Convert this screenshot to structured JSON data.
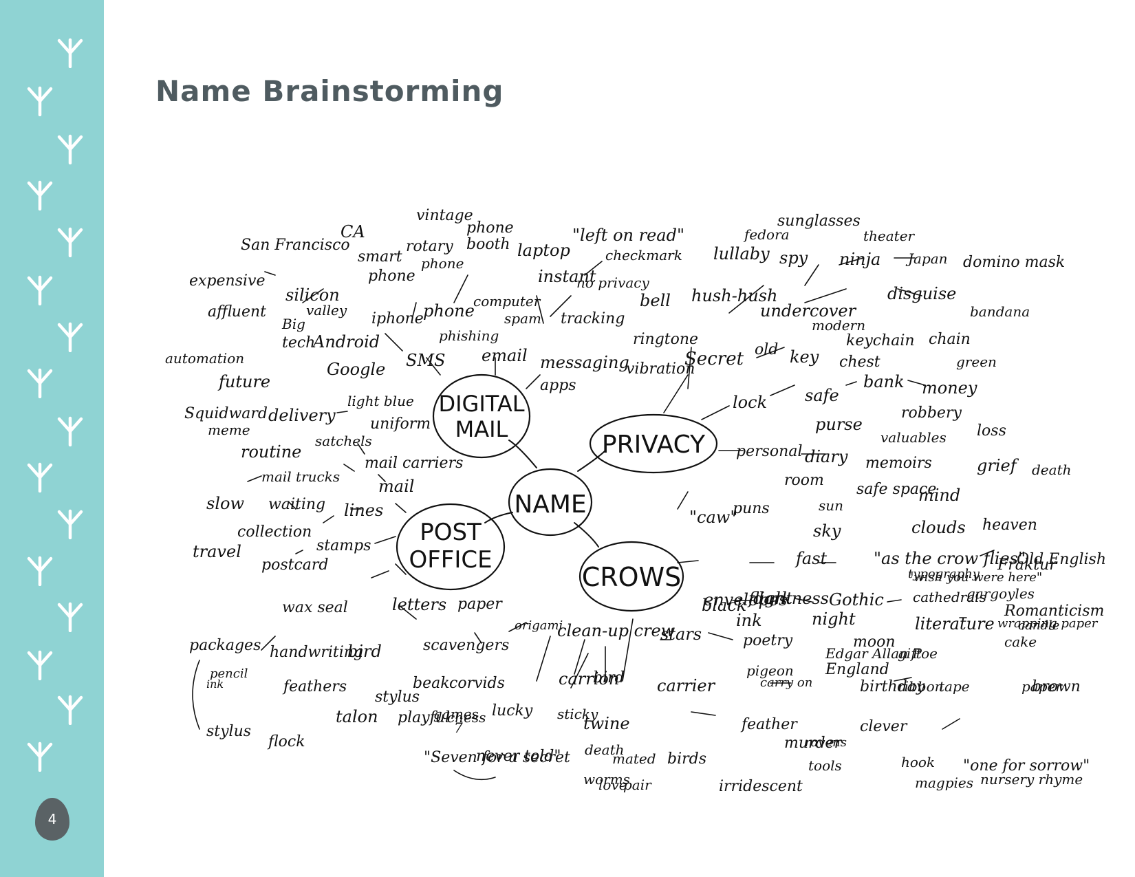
{
  "page": {
    "title": "Name Brainstorming",
    "page_number": "4"
  },
  "colors": {
    "sidebar": "#8fd3d3",
    "title": "#4f5b60",
    "badge": "#5a6265",
    "ink": "#111111",
    "track": "#ffffff"
  },
  "decoration": {
    "sidebar_icon": "bird-track-icon",
    "count": 16
  },
  "mindmap": {
    "center": "NAME",
    "hubs": [
      "DIGITAL MAIL",
      "PRIVACY",
      "POST OFFICE",
      "CROWS"
    ],
    "words": [
      "vintage",
      "phone",
      "booth",
      "CA",
      "San Francisco",
      "smart",
      "rotary",
      "phone",
      "phone",
      "laptop",
      "\"left on read\"",
      "checkmark",
      "instant",
      "no privacy",
      "lullaby",
      "fedora",
      "sunglasses",
      "spy",
      "ninja",
      "theater",
      "Japan",
      "domino mask",
      "expensive",
      "silicon",
      "valley",
      "affluent",
      "iphone",
      "phone",
      "computer",
      "spam",
      "tracking",
      "bell",
      "hush-hush",
      "undercover",
      "disguise",
      "bandana",
      "Big",
      "tech",
      "Android",
      "phishing",
      "email",
      "ringtone",
      "modern",
      "keychain",
      "chain",
      "automation",
      "future",
      "Google",
      "SMS",
      "messaging",
      "apps",
      "vibration",
      "Secret",
      "old",
      "key",
      "chest",
      "green",
      "bank",
      "money",
      "lock",
      "safe",
      "Squidward",
      "meme",
      "delivery",
      "light blue",
      "uniform",
      "robbery",
      "loss",
      "purse",
      "valuables",
      "routine",
      "satchels",
      "mail carriers",
      "personal",
      "diary",
      "memoirs",
      "grief",
      "death",
      "mail trucks",
      "mail",
      "room",
      "safe space",
      "mind",
      "slow",
      "waiting",
      "lines",
      "collection",
      "stamps",
      "travel",
      "postcard",
      "\"caw\"",
      "puns",
      "sun",
      "sky",
      "clouds",
      "heaven",
      "Old English",
      "\"wish you were here\"",
      "envelopes",
      "flight",
      "fast",
      "\"as the crow flies\"",
      "Fraktur",
      "typography",
      "black",
      "darkness",
      "Gothic",
      "cathedrals",
      "gargoyles",
      "wax seal",
      "letters",
      "paper",
      "origami",
      "ink",
      "night",
      "moon",
      "literature",
      "Romanticism",
      "cake",
      "candle",
      "packages",
      "handwriting",
      "bird",
      "scavengers",
      "clean-up crew",
      "stars",
      "poetry",
      "Edgar Allan Poe",
      "wrapping paper",
      "gift",
      "pencil",
      "ink",
      "feathers",
      "beak",
      "corvids",
      "carrion",
      "bird",
      "carrier",
      "pigeon",
      "carry on",
      "England",
      "birthday",
      "ribbon",
      "tape",
      "brown",
      "paper",
      "stylus",
      "flock",
      "talon",
      "stylus",
      "playful",
      "games",
      "chess",
      "7",
      "lucky",
      "sticky",
      "twine",
      "feather",
      "murder",
      "ravens",
      "clever",
      "tools",
      "hook",
      "magpies",
      "\"one for sorrow\"",
      "nursery rhyme",
      "\"Seven for a secret",
      "never told\"",
      "worms",
      "birds",
      "death",
      "mated",
      "pair",
      "love",
      "irridescent"
    ]
  }
}
